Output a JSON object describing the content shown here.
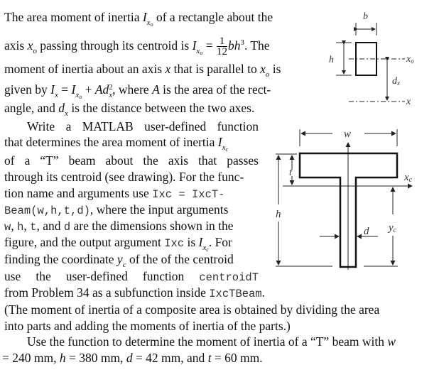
{
  "intro": {
    "l1_a": "The area moment of inertia ",
    "l1_I": "I",
    "l1_sub": "x",
    "l1_subsub": "o",
    "l1_b": " of a rectangle about the",
    "l2_a": "axis ",
    "l2_x": "x",
    "l2_o": "o",
    "l2_b": " passing through its centroid is ",
    "l2_I": "I",
    "l2_eq": " = ",
    "frac_num": "1",
    "frac_den": "12",
    "l2_bh": "bh",
    "l2_pow": "3",
    "l2_c": ". The",
    "l3_a": "moment of inertia about an axis ",
    "l3_x": "x",
    "l3_b": " that is parallel to ",
    "l3_o": "o",
    "l3_c": " is",
    "l4_a": "given by ",
    "l4_Ix": "I",
    "l4_xsub": "x",
    "l4_eq": " = ",
    "l4_plus": " + ",
    "l4_Ad": "Ad",
    "l4_pow": "2",
    "l4_b": ", where ",
    "l4_A": "A",
    "l4_c": " is the area of the rect-",
    "l5_a": "angle, and ",
    "l5_d": "d",
    "l5_b": " is the distance between the two axes."
  },
  "task": {
    "l1": "Write a MATLAB user-defined function",
    "l2_a": "that determines the area moment of inertia ",
    "l2_I": "I",
    "l2_sub": "x",
    "l2_subsub": "c",
    "l3": "of a “T” beam about the axis that passes",
    "l4": "through its centroid (see drawing). For the func-",
    "l5_a": "tion name and arguments use ",
    "l5_code": "Ixc = IxcT-",
    "l6_code": "Beam(w,h,t,d)",
    "l6_b": ", where the input arguments",
    "l7_w": "w",
    "l7_h": "h",
    "l7_t": "t",
    "l7_d": "d",
    "l7_sep": ", ",
    "l7_and": ", and ",
    "l7_b": " are the dimensions shown in the",
    "l8_a": "figure, and the output argument ",
    "l8_code": "Ixc",
    "l8_b": " is ",
    "l8_c": ". For",
    "l9_a": "finding the coordinate ",
    "l9_y": "y",
    "l9_c": "c",
    "l9_b": " of the of the centroid",
    "l10_a": "use the user-defined function ",
    "l10_code": "centroidT",
    "l11_a": "from Problem 34 as a subfunction inside ",
    "l11_code": "IxcTBeam",
    "l11_b": ".",
    "l12": "(The moment of inertia of a composite area is obtained by dividing the area",
    "l13": "into parts and adding the moments of inertia of the parts.)",
    "l14_a": "Use the function to determine the moment of inertia of a “T” beam with ",
    "l14_w": "w",
    "l15_a": "= 240 mm, ",
    "l15_h": "h",
    "l15_b": " = 380 mm, ",
    "l15_d": "d",
    "l15_c": " = 42 mm, and ",
    "l15_t": "t",
    "l15_e": " = 60 mm."
  },
  "figure_rect": {
    "label_b": "b",
    "label_h": "h",
    "label_xo": "x",
    "label_xo_sub": "o",
    "label_dx": "d",
    "label_dx_sub": "x",
    "label_x": "x"
  },
  "figure_tbeam": {
    "label_w": "w",
    "label_t": "t",
    "label_h": "h",
    "label_xc": "x",
    "label_xc_sub": "c",
    "label_d": "d",
    "label_yc": "y",
    "label_yc_sub": "c"
  }
}
